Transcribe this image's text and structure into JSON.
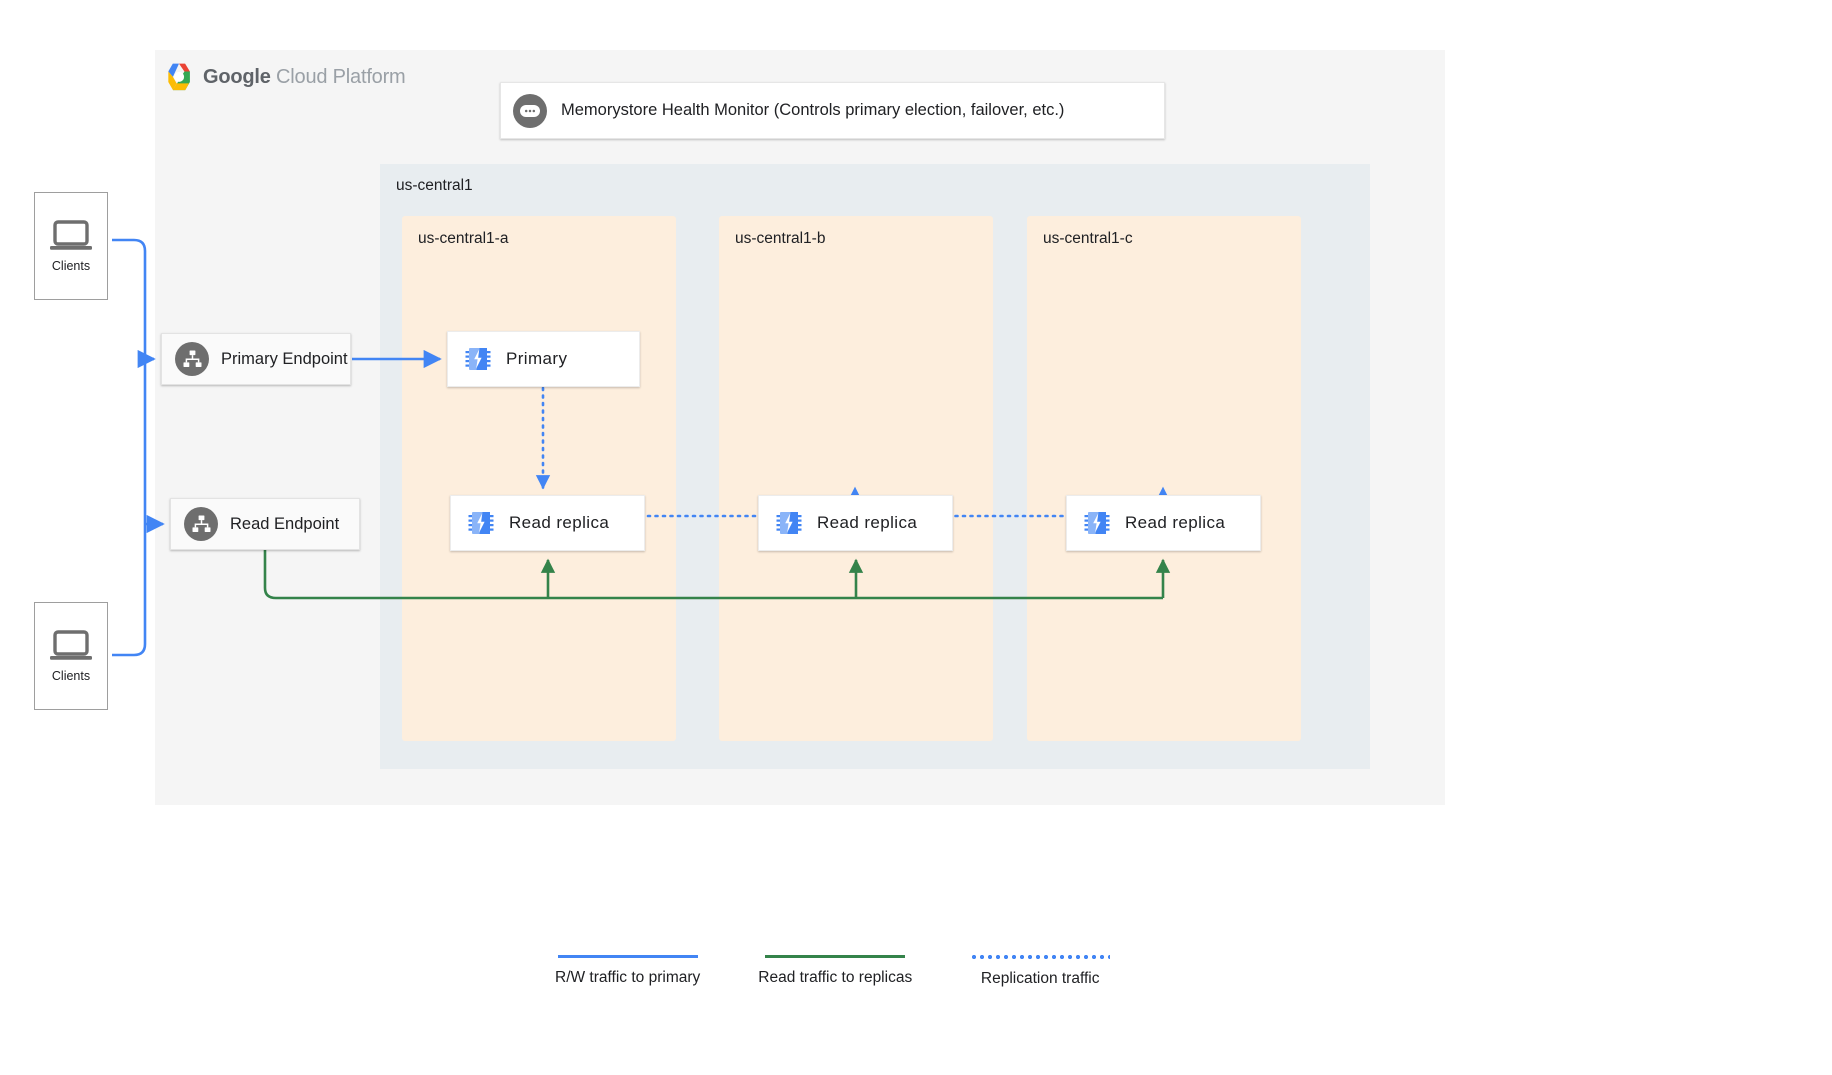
{
  "brand": {
    "logo_icon": "google-cloud-hexagon-logo",
    "name_bold": "Google",
    "name_light": "Cloud Platform"
  },
  "health_monitor": {
    "icon": "health-monitor-icon",
    "label": "Memorystore Health Monitor (Controls primary election, failover, etc.)"
  },
  "region": {
    "label": "us-central1",
    "zones": [
      {
        "label": "us-central1-a",
        "node": {
          "label": "Primary",
          "icon": "memorystore-chip-icon"
        }
      },
      {
        "label": "us-central1-b",
        "node": {
          "label": "Read replica",
          "icon": "memorystore-chip-icon"
        }
      },
      {
        "label": "us-central1-c",
        "node": {
          "label": "Read replica",
          "icon": "memorystore-chip-icon"
        }
      }
    ],
    "zone_a_replica": {
      "label": "Read replica",
      "icon": "memorystore-chip-icon"
    }
  },
  "endpoints": [
    {
      "label": "Primary Endpoint",
      "icon": "network-endpoint-icon"
    },
    {
      "label": "Read Endpoint",
      "icon": "network-endpoint-icon"
    }
  ],
  "clients": [
    {
      "label": "Clients",
      "icon": "laptop-icon"
    },
    {
      "label": "Clients",
      "icon": "laptop-icon"
    }
  ],
  "legend": [
    {
      "label": "R/W traffic to primary",
      "style": "solid-blue",
      "color": "#4285f4"
    },
    {
      "label": "Read traffic to replicas",
      "style": "solid-green",
      "color": "#34834a"
    },
    {
      "label": "Replication traffic",
      "style": "dotted-blue",
      "color": "#4285f4"
    }
  ],
  "colors": {
    "panel_bg": "#f5f5f5",
    "region_bg": "#e8edf0",
    "zone_bg": "#fdeedd",
    "rw_traffic": "#4285f4",
    "read_traffic": "#34834a",
    "replication": "#4285f4",
    "icon_gray": "#6e6e6e"
  }
}
